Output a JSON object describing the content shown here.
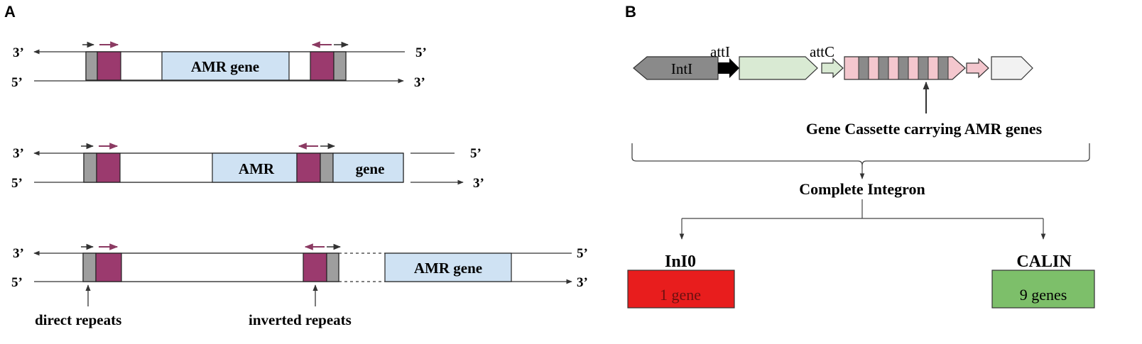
{
  "panel_a": {
    "letter": "A",
    "rows": [
      {
        "top_left": "3’",
        "top_right": "5’",
        "bottom_left": "5’",
        "bottom_right": "3’",
        "gene_label": "AMR gene"
      },
      {
        "top_left": "3’",
        "top_right": "5’",
        "bottom_left": "5’",
        "bottom_right": "3’",
        "gene_label_part1": "AMR",
        "gene_label_part2": "gene"
      },
      {
        "top_left": "3’",
        "top_right": "5’",
        "bottom_left": "5’",
        "bottom_right": "3’",
        "gene_label": "AMR gene"
      }
    ],
    "label_direct_repeats": "direct repeats",
    "label_inverted_repeats": "inverted repeats"
  },
  "panel_b": {
    "letter": "B",
    "intI_label": "IntI",
    "attI_label": "attI",
    "attC_label": "attC",
    "cassette_label": "Gene Cassette carrying AMR genes",
    "complete_label": "Complete Integron",
    "left_class": {
      "name": "InI0",
      "box_text": "1 gene",
      "color": "#e81d1d"
    },
    "right_class": {
      "name": "CALIN",
      "box_text": "9 genes",
      "color": "#7dbf6a"
    }
  },
  "colors": {
    "repeat_magenta": "#9b3a6e",
    "repeat_gray": "#9e9e9e",
    "amr_blue": "#cfe2f3",
    "arrow_magenta": "#8b3a62",
    "intI_gray": "#8a8a8a",
    "cassette_green": "#d9ead3",
    "cassette_pink": "#f4c7ce"
  }
}
